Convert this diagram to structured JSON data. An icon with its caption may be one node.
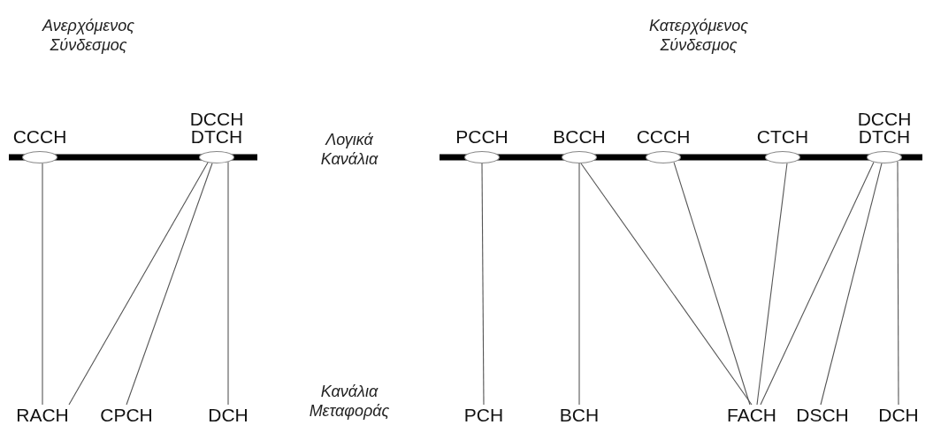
{
  "diagram": {
    "nodes": [
      {
        "text": [
          "CCCH"
        ]
      },
      {
        "text": [
          "DCCH",
          "DTCH"
        ]
      },
      {
        "text": [
          "PCCH"
        ]
      },
      {
        "text": [
          "BCCH"
        ]
      },
      {
        "text": [
          "CCCH"
        ]
      },
      {
        "text": [
          "CTCH"
        ]
      },
      {
        "text": [
          "DCCH",
          "DTCH"
        ]
      },
      {
        "text": [
          "RACH"
        ]
      },
      {
        "text": [
          "CPCH"
        ]
      },
      {
        "text": [
          "DCH"
        ]
      },
      {
        "text": [
          "PCH"
        ]
      },
      {
        "text": [
          "BCH"
        ]
      },
      {
        "text": [
          "FACH"
        ]
      },
      {
        "text": [
          "DSCH"
        ]
      },
      {
        "text": [
          "DCH"
        ]
      }
    ],
    "edges": [
      {
        "from": 0,
        "to": 7,
        "arrow": "none"
      },
      {
        "from": 1,
        "to": 7,
        "arrow": "none"
      },
      {
        "from": 1,
        "to": 8,
        "arrow": "none"
      },
      {
        "from": 1,
        "to": 9,
        "arrow": "none"
      },
      {
        "from": 2,
        "to": 10,
        "arrow": "none"
      },
      {
        "from": 3,
        "to": 11,
        "arrow": "none"
      },
      {
        "from": 3,
        "to": 12,
        "arrow": "none"
      },
      {
        "from": 4,
        "to": 12,
        "arrow": "none"
      },
      {
        "from": 5,
        "to": 12,
        "arrow": "none"
      },
      {
        "from": 6,
        "to": 12,
        "arrow": "none"
      },
      {
        "from": 6,
        "to": 13,
        "arrow": "none"
      },
      {
        "from": 6,
        "to": 14,
        "arrow": "none"
      }
    ],
    "labels": [
      "Ανερχόμενος Σύνδεσμος",
      "Κατερχόμενος Σύνδεσμος",
      "Λογικά Κανάλια",
      "Κανάλια Μεταφοράς"
    ]
  }
}
